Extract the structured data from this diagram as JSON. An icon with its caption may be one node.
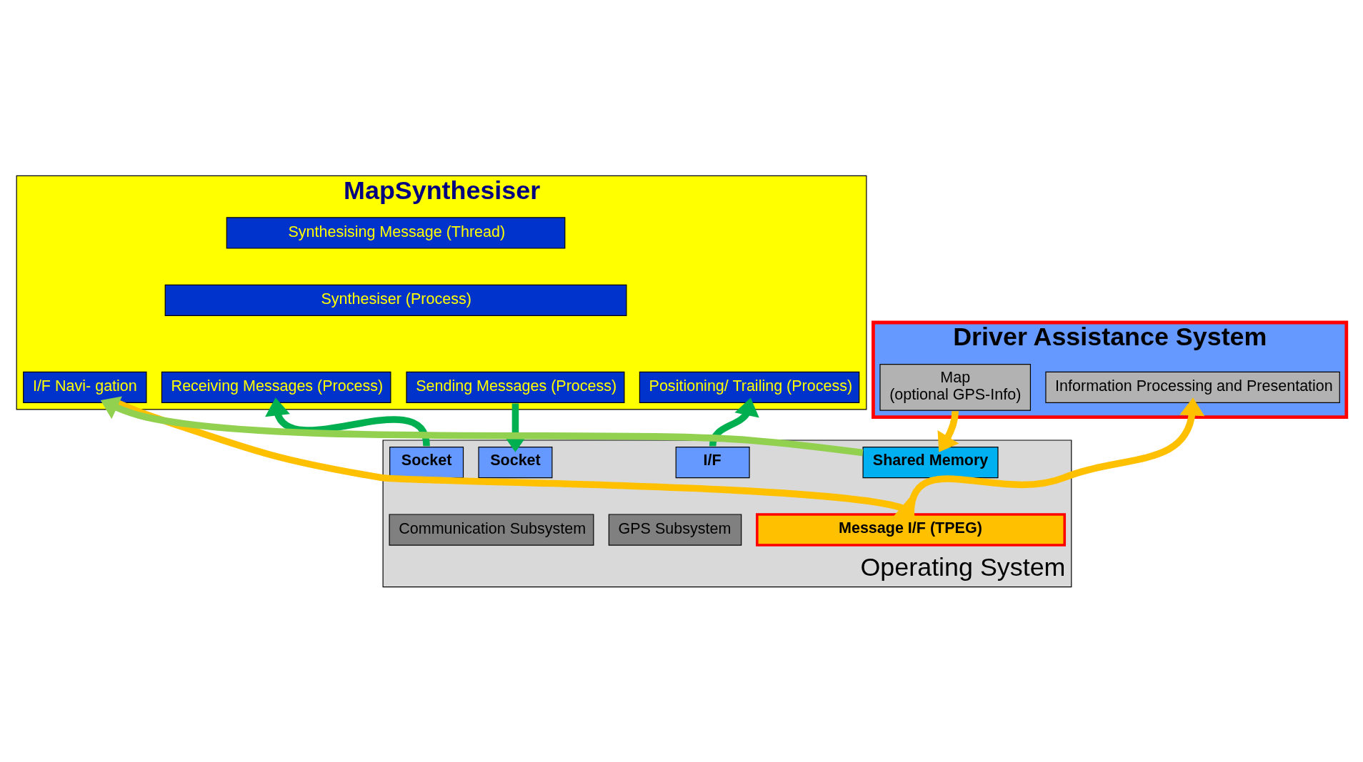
{
  "diagram": {
    "nodes": [
      {
        "text": [
          "MapSynthesiser"
        ]
      },
      {
        "text": [
          "Synthesising Message (Thread)"
        ],
        "in": 0
      },
      {
        "text": [
          "Synthesiser (Process)"
        ],
        "in": 0
      },
      {
        "text": [
          "Receiving Messages (Process)"
        ],
        "in": 0
      },
      {
        "text": [
          "Sending Messages (Process)"
        ],
        "in": 0
      },
      {
        "text": [
          "Positioning/ Trailing (Process)"
        ],
        "in": 0
      },
      {
        "text": [
          "I/F Navi- gation"
        ],
        "in": 0
      },
      {
        "text": [
          "Driver Assistance System"
        ]
      },
      {
        "text": [
          "Map",
          "(optional GPS-Info)"
        ],
        "in": 7
      },
      {
        "text": [
          "Information Processing and Presentation"
        ],
        "in": 7
      },
      {
        "text": [
          "Operating System"
        ]
      },
      {
        "text": [
          "Socket"
        ],
        "in": 10
      },
      {
        "text": [
          "Socket"
        ],
        "in": 10
      },
      {
        "text": [
          "I/F"
        ],
        "in": 10
      },
      {
        "text": [
          "Communication Subsystem"
        ],
        "in": 10
      },
      {
        "text": [
          "GPS Subsystem"
        ],
        "in": 10
      },
      {
        "text": [
          "Shared Memory"
        ],
        "in": 10
      },
      {
        "text": [
          "Message I/F (TPEG)"
        ],
        "in": 10
      }
    ],
    "edges": [
      {
        "from": 11,
        "to": 3,
        "arrow": "to",
        "color": "#00b050"
      },
      {
        "from": 4,
        "to": 12,
        "arrow": "to",
        "color": "#00b050"
      },
      {
        "from": 13,
        "to": 5,
        "arrow": "to",
        "color": "#00b050"
      },
      {
        "from": 6,
        "to": 17,
        "arrow": "to",
        "color": "#ffc000"
      },
      {
        "from": 16,
        "to": 6,
        "arrow": "to",
        "color": "#92d050"
      },
      {
        "from": 8,
        "to": 16,
        "arrow": "to",
        "color": "#ffc000"
      },
      {
        "from": 17,
        "to": 9,
        "arrow": "to",
        "color": "#ffc000"
      }
    ]
  }
}
